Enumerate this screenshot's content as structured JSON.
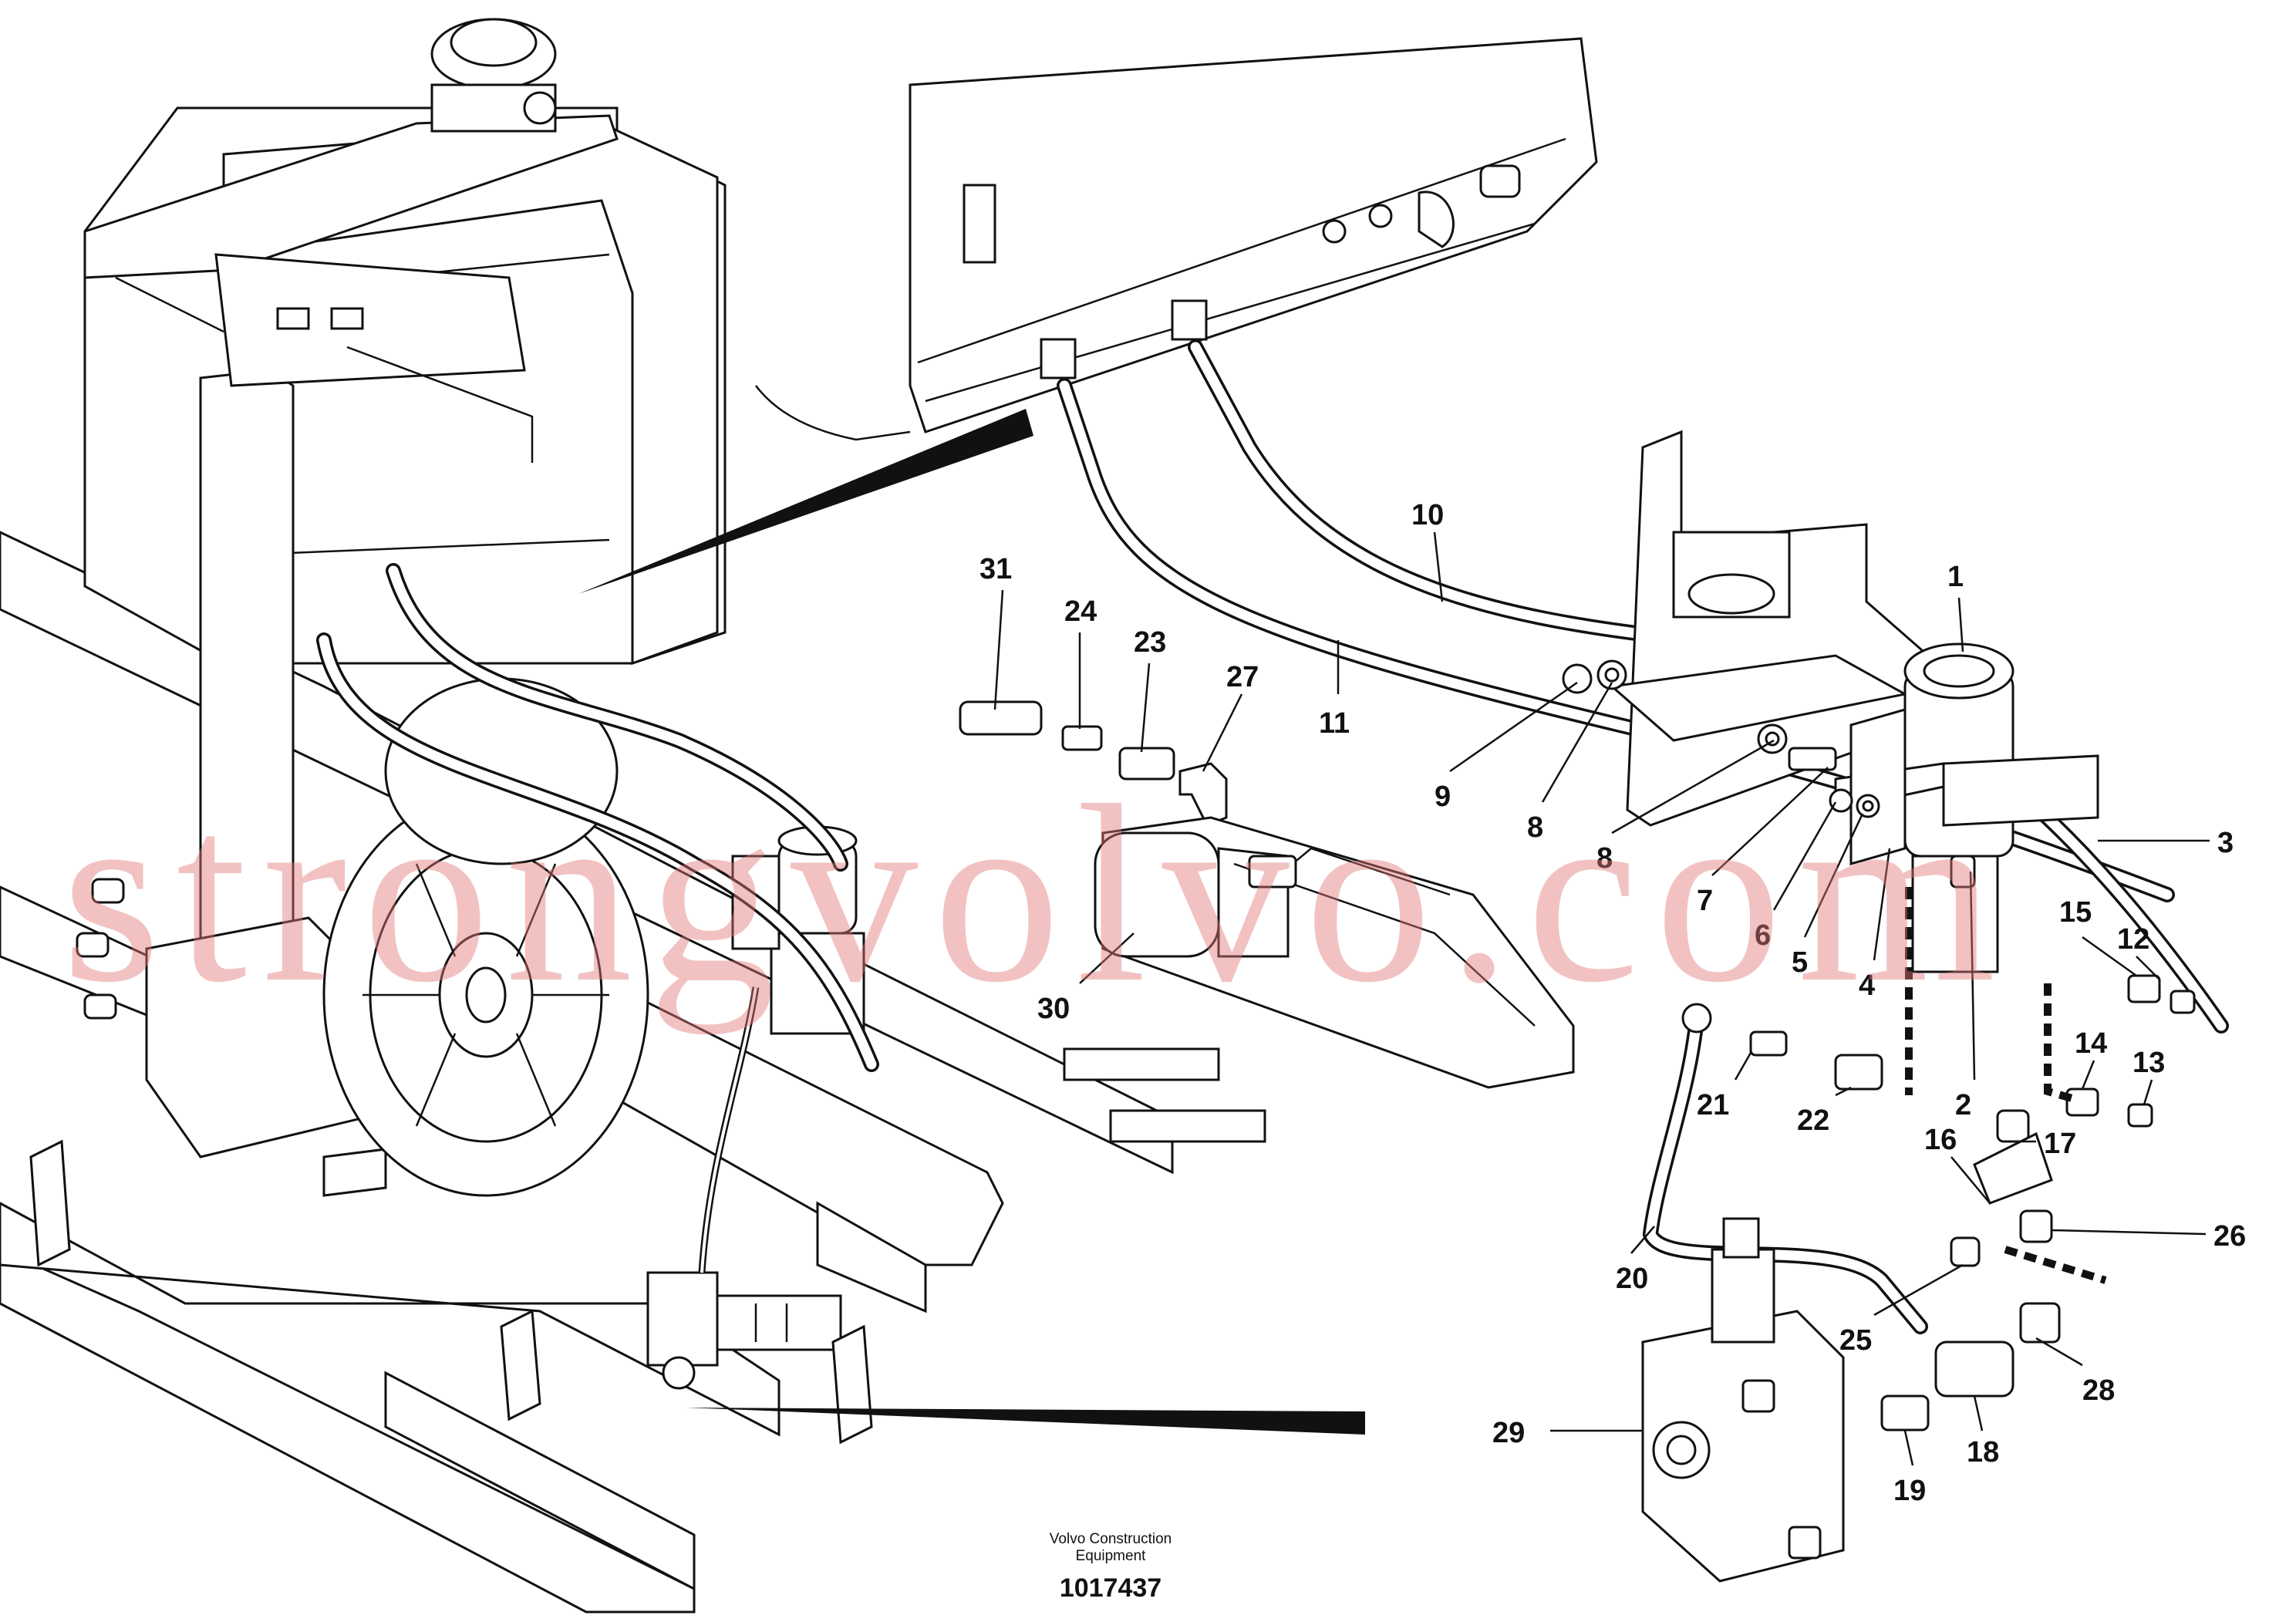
{
  "diagram": {
    "callouts": [
      {
        "id": "c1",
        "label": "1"
      },
      {
        "id": "c2",
        "label": "2"
      },
      {
        "id": "c3",
        "label": "3"
      },
      {
        "id": "c4",
        "label": "4"
      },
      {
        "id": "c5",
        "label": "5"
      },
      {
        "id": "c6",
        "label": "6"
      },
      {
        "id": "c7",
        "label": "7"
      },
      {
        "id": "c8a",
        "label": "8"
      },
      {
        "id": "c8b",
        "label": "8"
      },
      {
        "id": "c9",
        "label": "9"
      },
      {
        "id": "c10",
        "label": "10"
      },
      {
        "id": "c11",
        "label": "11"
      },
      {
        "id": "c12",
        "label": "12"
      },
      {
        "id": "c13",
        "label": "13"
      },
      {
        "id": "c14",
        "label": "14"
      },
      {
        "id": "c15",
        "label": "15"
      },
      {
        "id": "c16",
        "label": "16"
      },
      {
        "id": "c17",
        "label": "17"
      },
      {
        "id": "c18",
        "label": "18"
      },
      {
        "id": "c19",
        "label": "19"
      },
      {
        "id": "c20",
        "label": "20"
      },
      {
        "id": "c21",
        "label": "21"
      },
      {
        "id": "c22",
        "label": "22"
      },
      {
        "id": "c23",
        "label": "23"
      },
      {
        "id": "c24",
        "label": "24"
      },
      {
        "id": "c25",
        "label": "25"
      },
      {
        "id": "c26",
        "label": "26"
      },
      {
        "id": "c27",
        "label": "27"
      },
      {
        "id": "c28",
        "label": "28"
      },
      {
        "id": "c29",
        "label": "29"
      },
      {
        "id": "c30",
        "label": "30"
      },
      {
        "id": "c31",
        "label": "31"
      }
    ]
  },
  "footer": {
    "company_line1": "Volvo Construction",
    "company_line2": "Equipment",
    "drawing_number": "1017437"
  },
  "watermark": {
    "text": "strongvolvo.com",
    "color": "#e27878"
  }
}
